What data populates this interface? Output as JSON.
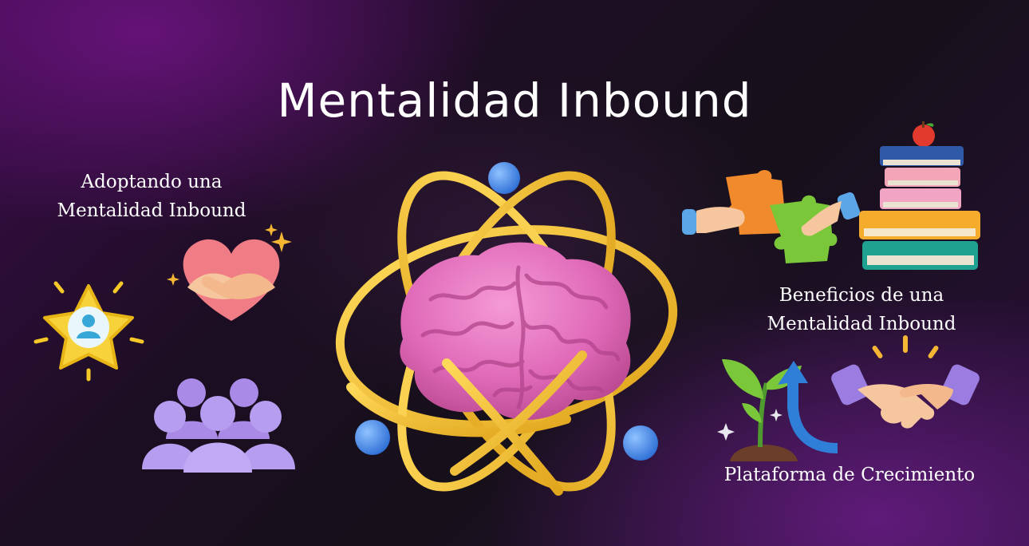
{
  "title": "Mentalidad Inbound",
  "labels": {
    "adopting": [
      "Adoptando una",
      "Mentalidad Inbound"
    ],
    "benefits": [
      "Beneficios de una",
      "Mentalidad Inbound"
    ],
    "growth": "Plataforma de Crecimiento"
  },
  "illustrations": [
    "brain-atom-icon",
    "star-user-icon",
    "heart-hug-icon",
    "people-group-icon",
    "puzzle-hands-icon",
    "book-stack-icon",
    "plant-growth-icon",
    "handshake-icon"
  ],
  "colors": {
    "background": "#1c0e22",
    "brain": "#e06ab8",
    "orbit": "#f2c230",
    "electron": "#3f86e8",
    "people": "#a98ae6",
    "text": "#ffffff"
  }
}
